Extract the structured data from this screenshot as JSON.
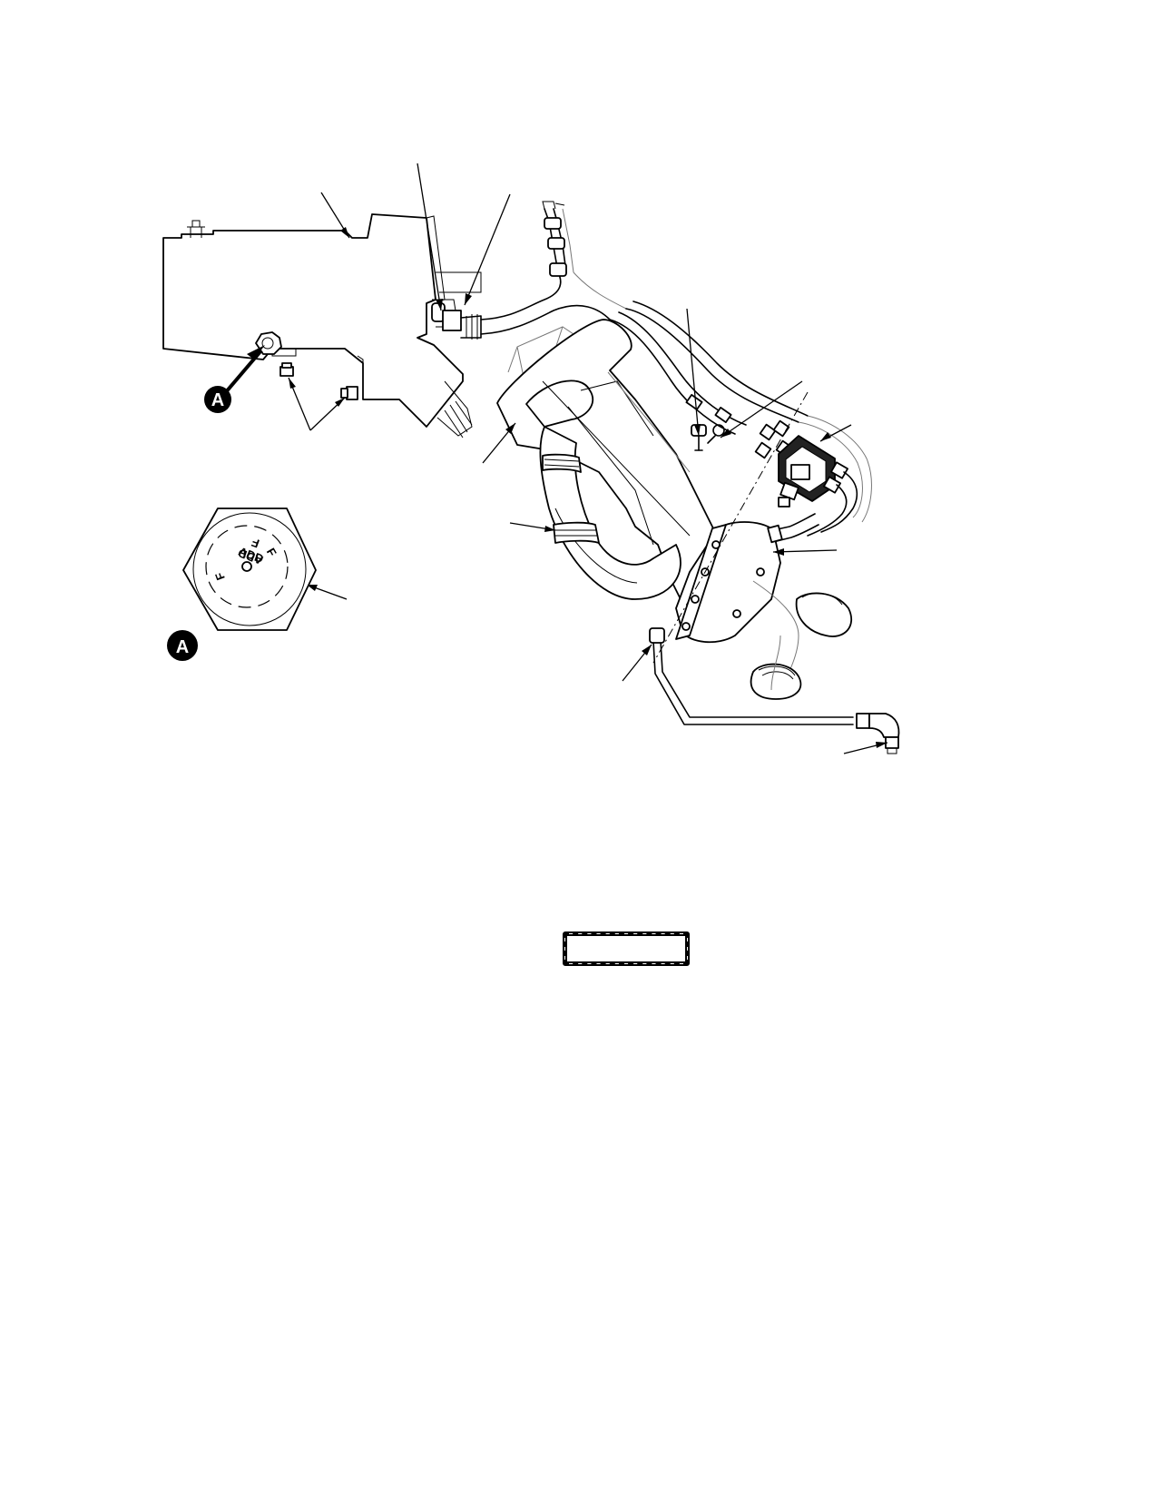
{
  "detail": {
    "callout_letter": "A",
    "inset_letter": "A"
  },
  "plug_markings": {
    "full_top": "F",
    "full_right": "F",
    "full_bottom": "F",
    "add_upper": "ADD",
    "add_lower": "ADD"
  }
}
